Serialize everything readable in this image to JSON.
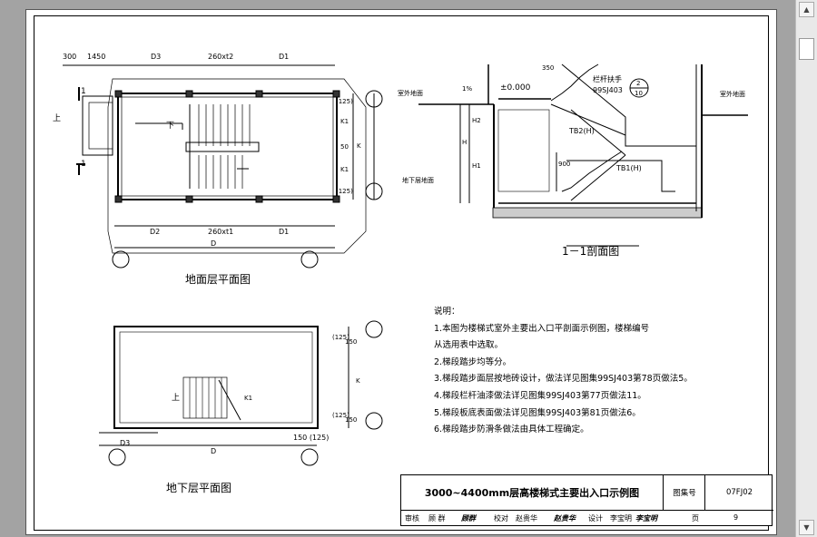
{
  "plan_ground": {
    "title": "地面层平面图",
    "dims_top": [
      "300",
      "1450",
      "D3",
      "260xt2",
      "D1"
    ],
    "dims_bottom": [
      "D2",
      "260xt1",
      "D1",
      "D"
    ],
    "dims_right": [
      "(125)",
      "K1",
      "50",
      "K1",
      "(125)",
      "K"
    ],
    "labels": [
      "上",
      "下",
      "1",
      "1"
    ]
  },
  "plan_basement": {
    "title": "地下层平面图",
    "dims_right": [
      "(125)",
      "150",
      "K",
      "K1",
      "(125)",
      "150"
    ],
    "dims_bottom": [
      "150 (125)",
      "D3",
      "D"
    ],
    "labels": [
      "上"
    ]
  },
  "section": {
    "title": "1－1剖面图",
    "labels": [
      "室外地面",
      "1%",
      "±0.000",
      "室外地面",
      "地下层地面",
      "栏杆扶手",
      "99SJ403",
      "TB2(H)",
      "TB1(H)",
      "H2",
      "H1",
      "H",
      "900",
      "350"
    ],
    "callout": {
      "top": "2",
      "bottom": "10"
    }
  },
  "notes": {
    "heading": "说明：",
    "lines": [
      "1.本图为楼梯式室外主要出入口平剖面示例图，楼梯编号",
      "从选用表中选取。",
      "2.梯段踏步均等分。",
      "3.梯段踏步面层按地砖设计，做法详见图集99SJ403第78页做法5。",
      "4.梯段栏杆油漆做法详见图集99SJ403第77页做法11。",
      "5.梯段板底表面做法详见图集99SJ403第81页做法6。",
      "6.梯段踏步防滑条做法由具体工程确定。"
    ]
  },
  "title_block": {
    "title": "3000~4400mm层高楼梯式主要出入口示例图",
    "atlas_label": "图集号",
    "atlas_no": "07FJ02",
    "page_label": "页",
    "page_no": "9",
    "sign": [
      "审核",
      "顾 群",
      "顾群",
      "校对",
      "赵贵华",
      "赵贵华",
      "设计",
      "李宝明",
      "李宝明"
    ]
  },
  "scrollbar": {
    "up": "▲",
    "down": "▼"
  }
}
